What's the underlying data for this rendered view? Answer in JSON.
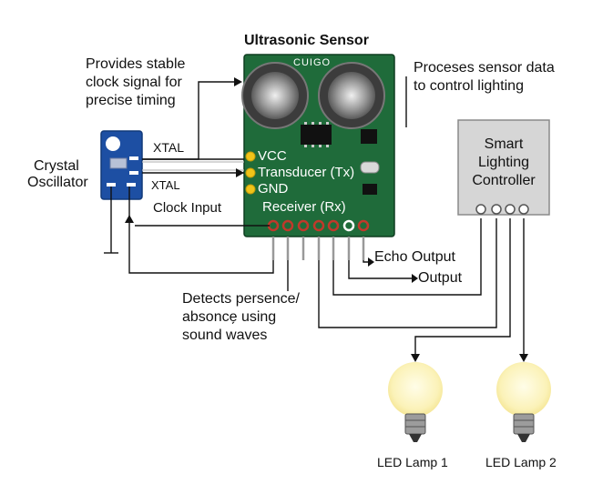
{
  "title": "Ultrasonic Sensor",
  "sensor": {
    "chip_label": "CUIGO",
    "pins": [
      "VCC",
      "Transducer (Tx)",
      "GND",
      "Receiver (Rx)"
    ],
    "colors": {
      "pcb": "#1f6b3a",
      "pad": "#c0392b"
    }
  },
  "annotations": {
    "clock_note": [
      "Provides stable",
      "clock signal for",
      "precise timing"
    ],
    "processing_note": [
      "Proceses sensor data",
      "to control lighting"
    ],
    "detect_note": [
      "Detects persence/",
      "absonce̗ using",
      "sound waves"
    ]
  },
  "oscillator": {
    "name": [
      "Crystal",
      "Oscillator"
    ],
    "xtal_top": "XTAL",
    "xtal_bottom": "XTAL",
    "clock_input": "Clock Input",
    "color": "#1d4fa3"
  },
  "outputs": {
    "echo": "Echo Output",
    "output": "Output"
  },
  "controller": {
    "name": [
      "Smart",
      "Lighting",
      "Controller"
    ],
    "color": "#d6d6d6"
  },
  "lamps": [
    "LED Lamp 1",
    "LED Lamp 2"
  ]
}
